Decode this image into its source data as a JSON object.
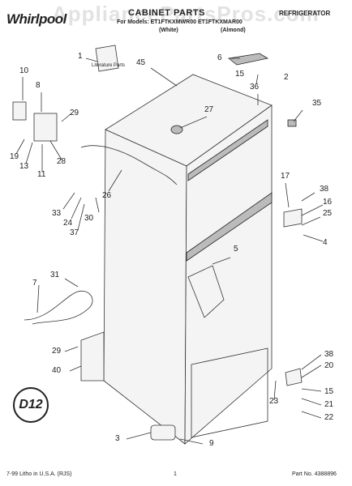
{
  "header": {
    "brand": "Whirlpool",
    "watermark": "AppliancePartsPros.com",
    "title": "CABINET PARTS",
    "model_line": "For Models: ET1FTKXMWR00 ET1FTKXMAR00",
    "color_white": "(White)",
    "color_almond": "(Almond)",
    "category": "REFRIGERATOR"
  },
  "literature_label": "Literature Parts",
  "callouts": [
    "1",
    "45",
    "6",
    "2",
    "15",
    "36",
    "35",
    "27",
    "10",
    "8",
    "29",
    "19",
    "13",
    "11",
    "28",
    "26",
    "17",
    "38",
    "16",
    "25",
    "4",
    "33",
    "24",
    "37",
    "30",
    "5",
    "31",
    "7",
    "29",
    "40",
    "38",
    "20",
    "15",
    "21",
    "22",
    "23",
    "3",
    "9"
  ],
  "badge_text": "D12",
  "footer": {
    "left": "7-99 Litho in U.S.A. (RJS)",
    "center": "1",
    "right": "Part No. 4388896"
  }
}
